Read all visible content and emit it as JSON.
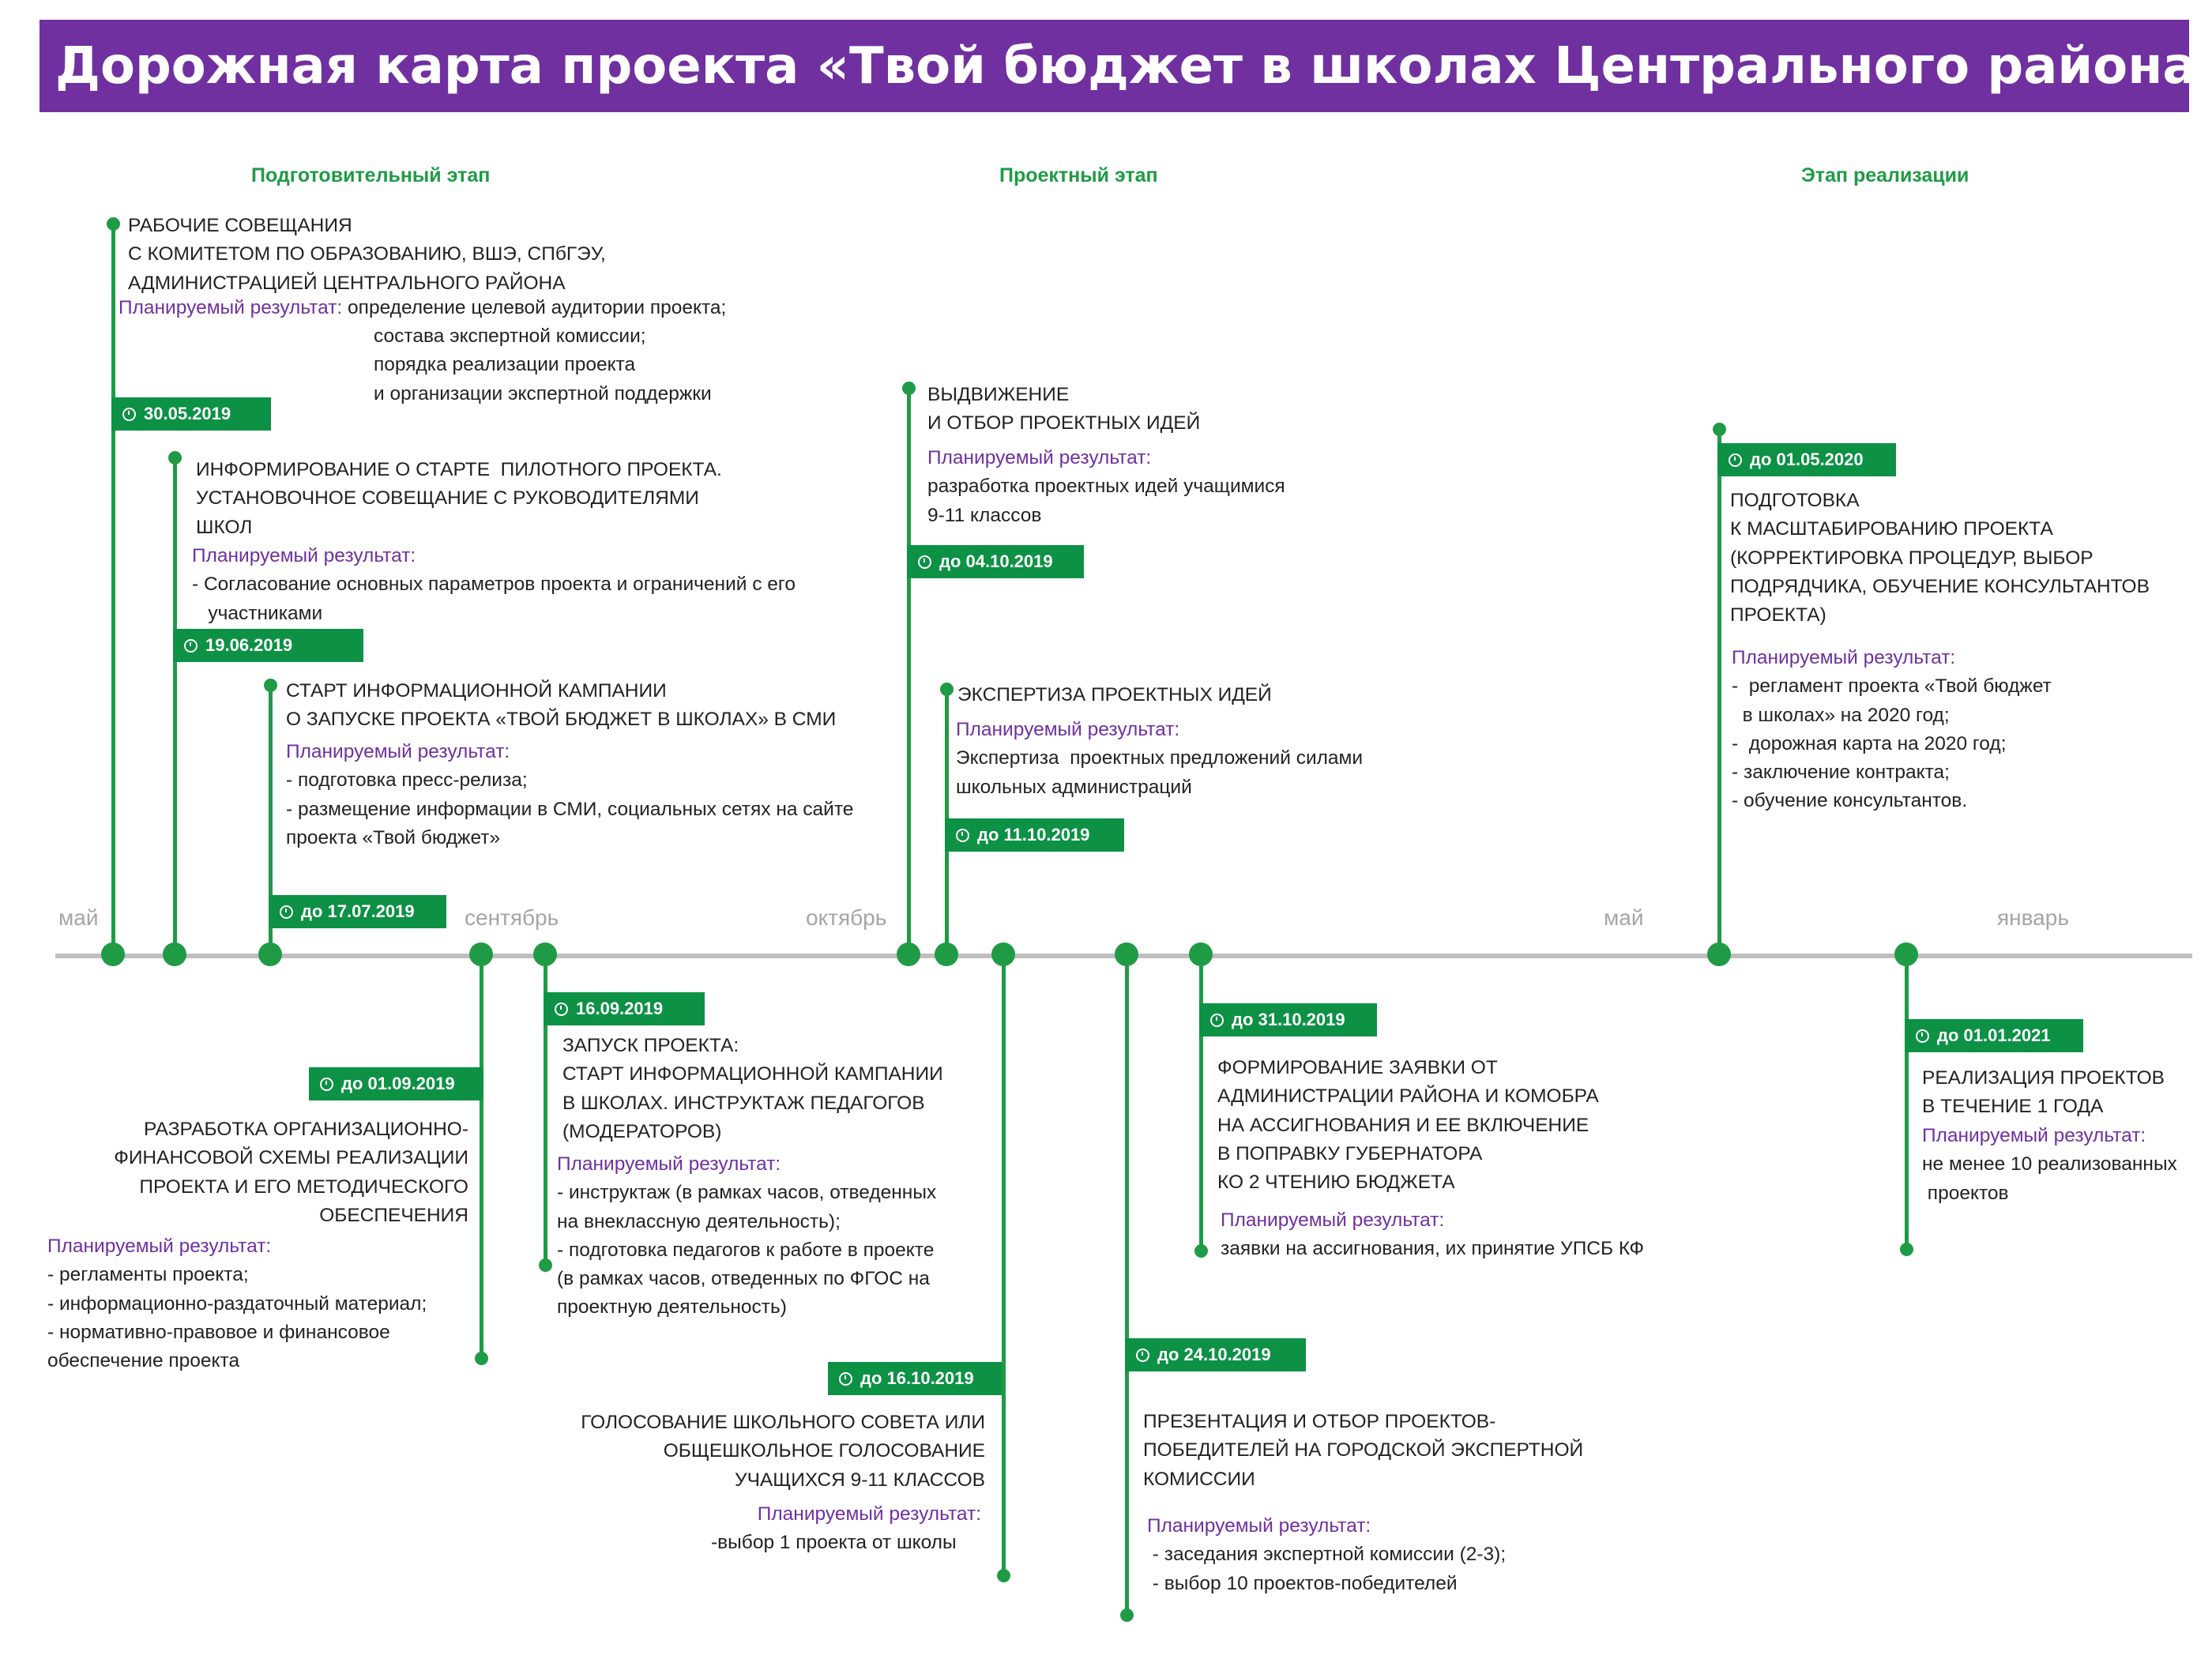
{
  "title": "Дорожная карта проекта «Твой бюджет в школах Центрального района»",
  "phases": [
    "Подготовительный этап",
    "Проектный этап",
    "Этап реализации"
  ],
  "months": [
    "май",
    "сентябрь",
    "октябрь",
    "май",
    "январь"
  ],
  "result_label": "Планируемый результат:",
  "result_label_inline": "Планируемый результат: ",
  "colors": {
    "banner": "#7030a0",
    "accent": "#1f9b46",
    "badge": "#0d9145",
    "label": "#7030a0",
    "axis": "#bfbfbf"
  },
  "icons": {
    "date": "clock-icon"
  },
  "events": [
    {
      "date": "30.05.2019",
      "heading": [
        "РАБОЧИЕ СОВЕЩАНИЯ",
        "С КОМИТЕТОМ ПО ОБРАЗОВАНИЮ, ВШЭ, СПбГЭУ,",
        "АДМИНИСТРАЦИЕЙ ЦЕНТРАЛЬНОГО РАЙОНА"
      ],
      "results": [
        "определение целевой аудитории проекта;",
        "состава экспертной комиссии;",
        "порядка реализации проекта",
        "и организации экспертной поддержки"
      ]
    },
    {
      "date": "19.06.2019",
      "heading": [
        "ИНФОРМИРОВАНИЕ О СТАРТЕ  ПИЛОТНОГО ПРОЕКТА.",
        "УСТАНОВОЧНОЕ СОВЕЩАНИЕ С РУКОВОДИТЕЛЯМИ",
        "ШКОЛ"
      ],
      "results": [
        "- Согласование основных параметров проекта и ограничений с его",
        "   участниками"
      ]
    },
    {
      "date": "до 17.07.2019",
      "heading": [
        "СТАРТ ИНФОРМАЦИОННОЙ КАМПАНИИ",
        "О ЗАПУСКЕ ПРОЕКТА «ТВОЙ БЮДЖЕТ В ШКОЛАХ» В СМИ"
      ],
      "results": [
        "- подготовка пресс-релиза;",
        "- размещение информации в СМИ, социальных сетях на сайте",
        "проекта «Твой бюджет»"
      ]
    },
    {
      "date": "до 01.09.2019",
      "heading": [
        "РАЗРАБОТКА ОРГАНИЗАЦИОННО-",
        "ФИНАНСОВОЙ СХЕМЫ РЕАЛИЗАЦИИ",
        "ПРОЕКТА И ЕГО МЕТОДИЧЕСКОГО",
        "ОБЕСПЕЧЕНИЯ"
      ],
      "results": [
        "- регламенты проекта;",
        "- информационно-раздаточный материал;",
        "- нормативно-правовое и финансовое",
        "обеспечение проекта"
      ]
    },
    {
      "date": "16.09.2019",
      "heading": [
        "ЗАПУСК ПРОЕКТА:",
        "СТАРТ ИНФОРМАЦИОННОЙ КАМПАНИИ",
        "В ШКОЛАХ. ИНСТРУКТАЖ ПЕДАГОГОВ",
        "(МОДЕРАТОРОВ)"
      ],
      "results": [
        "- инструктаж (в рамках часов, отведенных",
        "на внеклассную деятельность);",
        "- подготовка педагогов к работе в проекте",
        "(в рамках часов, отведенных по ФГОС на",
        "проектную деятельность)"
      ]
    },
    {
      "date": "до 04.10.2019",
      "heading": [
        "ВЫДВИЖЕНИЕ",
        "И ОТБОР ПРОЕКТНЫХ ИДЕЙ"
      ],
      "results": [
        "разработка проектных идей учащимися",
        "9-11 классов"
      ]
    },
    {
      "date": "до 11.10.2019",
      "heading": [
        "ЭКСПЕРТИЗА ПРОЕКТНЫХ ИДЕЙ"
      ],
      "results": [
        "Экспертиза  проектных предложений силами",
        "школьных администраций"
      ]
    },
    {
      "date": "до 16.10.2019",
      "heading": [
        "ГОЛОСОВАНИЕ ШКОЛЬНОГО СОВЕТА ИЛИ",
        "ОБЩЕШКОЛЬНОЕ ГОЛОСОВАНИЕ",
        "УЧАЩИХСЯ 9-11 КЛАССОВ"
      ],
      "results": [
        "-выбор 1 проекта от школы"
      ]
    },
    {
      "date": "до 24.10.2019",
      "heading": [
        "ПРЕЗЕНТАЦИЯ И ОТБОР ПРОЕКТОВ-",
        "ПОБЕДИТЕЛЕЙ НА ГОРОДСКОЙ ЭКСПЕРТНОЙ",
        "КОМИССИИ"
      ],
      "results": [
        " - заседания экспертной комиссии (2-3);",
        " - выбор 10 проектов-победителей"
      ]
    },
    {
      "date": "до 31.10.2019",
      "heading": [
        "ФОРМИРОВАНИЕ ЗАЯВКИ ОТ",
        "АДМИНИСТРАЦИИ РАЙОНА И КОМОБРА",
        "НА АССИГНОВАНИЯ И ЕЕ ВКЛЮЧЕНИЕ",
        "В ПОПРАВКУ ГУБЕРНАТОРА",
        "КО 2 ЧТЕНИЮ БЮДЖЕТА"
      ],
      "results": [
        "заявки на ассигнования, их принятие УПСБ КФ"
      ]
    },
    {
      "date": "до 01.05.2020",
      "heading": [
        "ПОДГОТОВКА",
        "К МАСШТАБИРОВАНИЮ ПРОЕКТА",
        "(КОРРЕКТИРОВКА ПРОЦЕДУР, ВЫБОР",
        "ПОДРЯДЧИКА, ОБУЧЕНИЕ КОНСУЛЬТАНТОВ",
        "ПРОЕКТА)"
      ],
      "results": [
        "-  регламент проекта «Твой бюджет",
        "  в школах» на 2020 год;",
        "-  дорожная карта на 2020 год;",
        "- заключение контракта;",
        "- обучение консультантов."
      ]
    },
    {
      "date": "до 01.01.2021",
      "heading": [
        "РЕАЛИЗАЦИЯ ПРОЕКТОВ",
        "В ТЕЧЕНИЕ 1 ГОДА"
      ],
      "results": [
        "не менее 10 реализованных",
        " проектов"
      ]
    }
  ]
}
